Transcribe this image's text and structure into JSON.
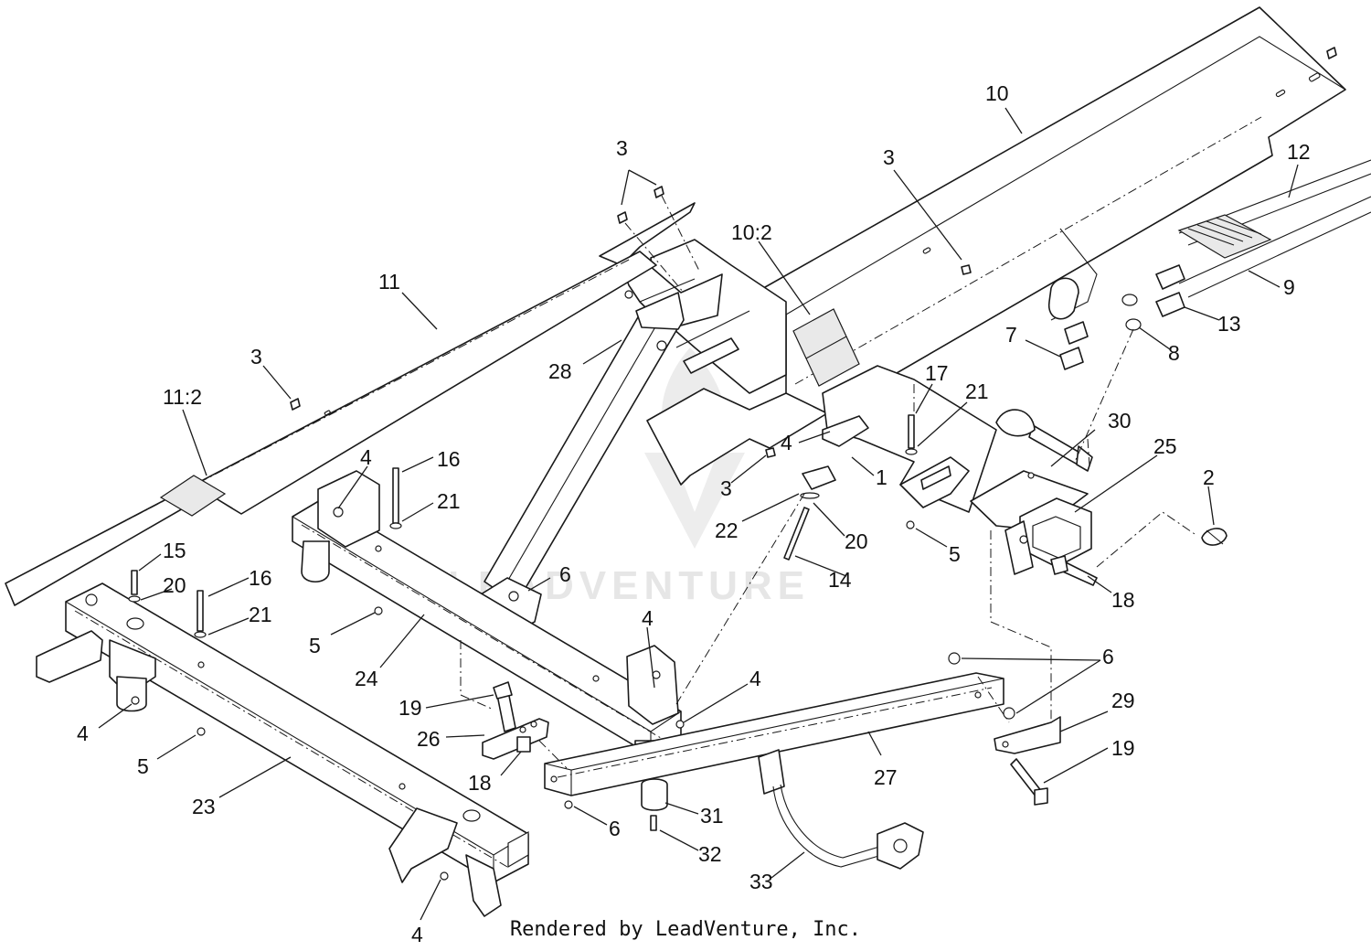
{
  "watermark": "LEADVENTURE",
  "footer": "Rendered by LeadVenture, Inc.",
  "callouts": {
    "c10": "10",
    "c3a": "3",
    "c3b": "3",
    "c12": "12",
    "c10_2": "10:2",
    "c11": "11",
    "c9": "9",
    "c13": "13",
    "c7": "7",
    "c8": "8",
    "c28": "28",
    "c3c": "3",
    "c11_2": "11:2",
    "c17": "17",
    "c21a": "21",
    "c30": "30",
    "c4a": "4",
    "c16a": "16",
    "c25": "25",
    "c3d": "3",
    "c1": "1",
    "c21b": "21",
    "c2": "2",
    "c22": "22",
    "c20a": "20",
    "c5a": "5",
    "c15": "15",
    "c14": "14",
    "c6a": "6",
    "c18a": "18",
    "c20b": "20",
    "c16b": "16",
    "c21c": "21",
    "c5b": "5",
    "c24": "24",
    "c4b": "4",
    "c6b": "6",
    "c4c": "4",
    "c29": "29",
    "c19a": "19",
    "c26": "26",
    "c4d": "4",
    "c19b": "19",
    "c18b": "18",
    "c5c": "5",
    "c27": "27",
    "c23": "23",
    "c31": "31",
    "c6c": "6",
    "c32": "32",
    "c33": "33",
    "c4e": "4",
    "c4f": "4"
  }
}
